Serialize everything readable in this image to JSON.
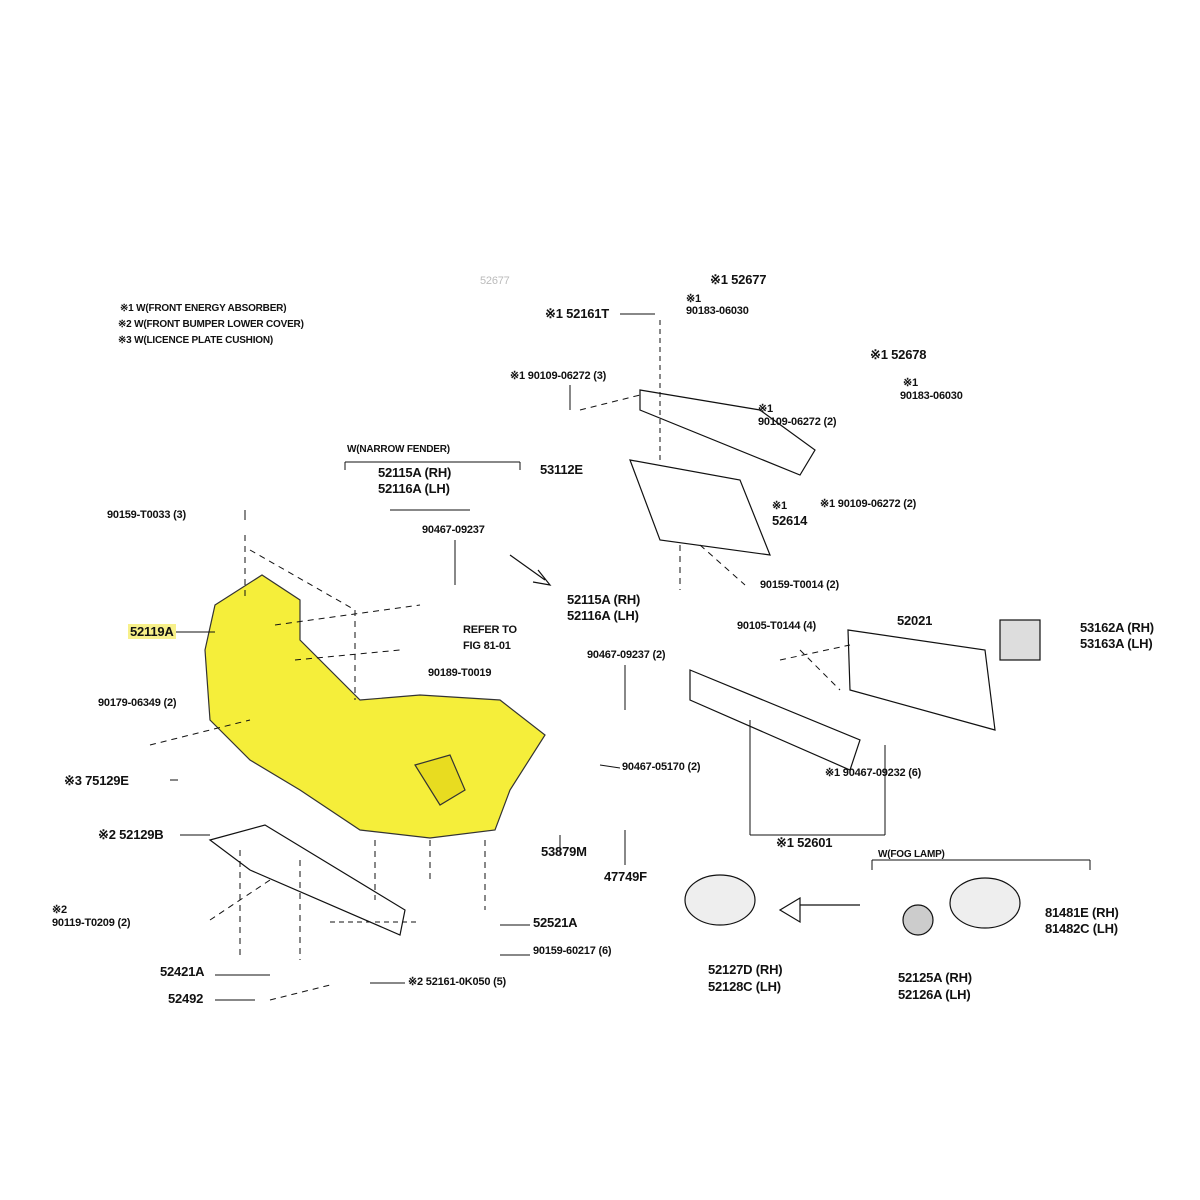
{
  "notes": [
    "※1 W(FRONT ENERGY ABSORBER)",
    "※2 W(FRONT BUMPER LOWER COVER)",
    "※3 W(LICENCE PLATE CUSHION)"
  ],
  "faded_label": "52677",
  "groups": {
    "narrow_fender": "W(NARROW FENDER)",
    "fog_lamp": "W(FOG LAMP)"
  },
  "refer": [
    "REFER TO",
    "FIG 81-01"
  ],
  "highlight_color": "#f7f08a",
  "parts": {
    "p52161T": "※1 52161T",
    "p52677_mark": "※1 52677",
    "p90183a_mark": "※1",
    "p90183a": "90183-06030",
    "p90109_3": "※1 90109-06272 (3)",
    "p90109_2a_mark": "※1",
    "p90109_2a": "90109-06272 (2)",
    "p52678": "※1 52678",
    "p90183b_mark": "※1",
    "p90183b": "90183-06030",
    "p52115a": "52115A (RH)",
    "p52116a": "52116A (LH)",
    "p90467_09237": "90467-09237",
    "p53112E": "53112E",
    "p52614_mark": "※1",
    "p52614": "52614",
    "p90109_2b": "※1 90109-06272 (2)",
    "p90159T0033": "90159-T0033 (3)",
    "p52115b": "52115A (RH)",
    "p52116b": "52116A (LH)",
    "p90467_09237_2": "90467-09237 (2)",
    "p90159T0014": "90159-T0014 (2)",
    "p52119A": "52119A",
    "p90189T0019": "90189-T0019",
    "p90105T0144": "90105-T0144 (4)",
    "p52021": "52021",
    "p53162A": "53162A (RH)",
    "p53163A": "53163A (LH)",
    "p90179": "90179-06349 (2)",
    "p75129E": "※3 75129E",
    "p90467_05170": "90467-05170 (2)",
    "p90467_09232": "※1 90467-09232 (6)",
    "p52129B": "※2 52129B",
    "p53879M": "53879M",
    "p52601": "※1 52601",
    "p47749F": "47749F",
    "p90119_mark": "※2",
    "p90119": "90119-T0209 (2)",
    "p52521A": "52521A",
    "p81481E": "81481E (RH)",
    "p81482C": "81482C (LH)",
    "p90159_60217": "90159-60217 (6)",
    "p52421A": "52421A",
    "p52492": "52492",
    "p52161_0K050": "※2 52161-0K050 (5)",
    "p52127D": "52127D (RH)",
    "p52128C": "52128C (LH)",
    "p52125A": "52125A (RH)",
    "p52126A": "52126A (LH)"
  }
}
